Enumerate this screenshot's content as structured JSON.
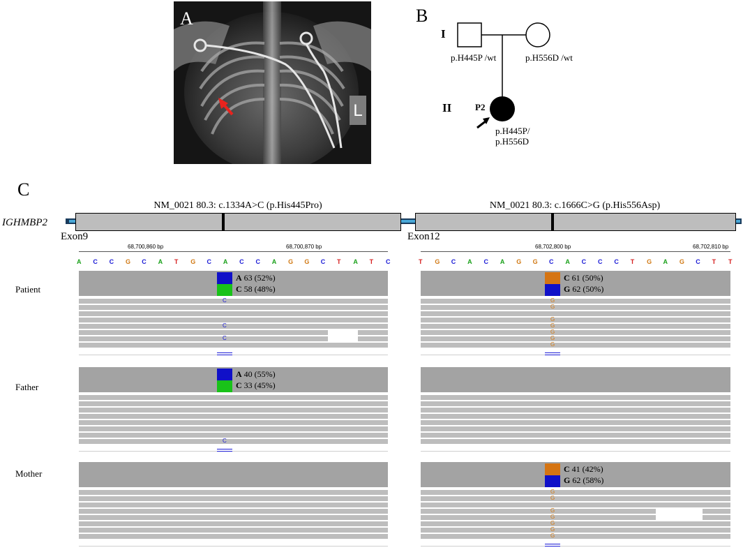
{
  "panels": {
    "a": "A",
    "b": "B",
    "c": "C"
  },
  "xray": {
    "side_marker": "L",
    "arrow_color": "#e8231e"
  },
  "pedigree": {
    "gen1": "I",
    "gen2": "II",
    "father_genotype": "p.H445P /wt",
    "mother_genotype": "p.H556D /wt",
    "proband_id": "P2",
    "proband_genotype_line1": "p.H445P/",
    "proband_genotype_line2": "p.H556D"
  },
  "gene": {
    "name": "IGHMBP2",
    "left_header": "NM_0021 80.3: c.1334A>C (p.His445Pro)",
    "right_header": "NM_0021 80.3: c.1666C>G (p.His556Asp)",
    "left_exon": "Exon9",
    "right_exon": "Exon12"
  },
  "ruler": {
    "left_ticks": [
      "68,700,860 bp",
      "68,700,870 bp"
    ],
    "right_ticks": [
      "68,702,800 bp",
      "68,702,810 bp"
    ]
  },
  "left_sequence": [
    "A",
    "C",
    "C",
    "G",
    "C",
    "A",
    "T",
    "G",
    "C",
    "A",
    "C",
    "C",
    "A",
    "G",
    "G",
    "C",
    "T",
    "A",
    "T",
    "C"
  ],
  "right_sequence": [
    "T",
    "G",
    "C",
    "A",
    "C",
    "A",
    "G",
    "G",
    "C",
    "A",
    "C",
    "C",
    "C",
    "T",
    "G",
    "A",
    "G",
    "C",
    "T",
    "T"
  ],
  "base_colors": {
    "A": "#1aa11a",
    "C": "#1a1ad6",
    "G": "#d17a15",
    "T": "#d62020"
  },
  "samples": [
    {
      "label": "Patient",
      "left": {
        "top": "A 63 (52%)",
        "bottom": "C 58 (48%)",
        "top_color": "#1010c8",
        "bottom_color": "#19c219",
        "read_letter": "C"
      },
      "right": {
        "top": "C 61 (50%)",
        "bottom": "G 62 (50%)",
        "top_color": "#d57412",
        "bottom_color": "#1010c8",
        "read_letter": "G"
      }
    },
    {
      "label": "Father",
      "left": {
        "top": "A 40 (55%)",
        "bottom": "C 33 (45%)",
        "top_color": "#1010c8",
        "bottom_color": "#19c219",
        "read_letter": "C"
      },
      "right": null
    },
    {
      "label": "Mother",
      "left": null,
      "right": {
        "top": "C 41 (42%)",
        "bottom": "G 62 (58%)",
        "top_color": "#d57412",
        "bottom_color": "#1010c8",
        "read_letter": "G"
      }
    }
  ]
}
